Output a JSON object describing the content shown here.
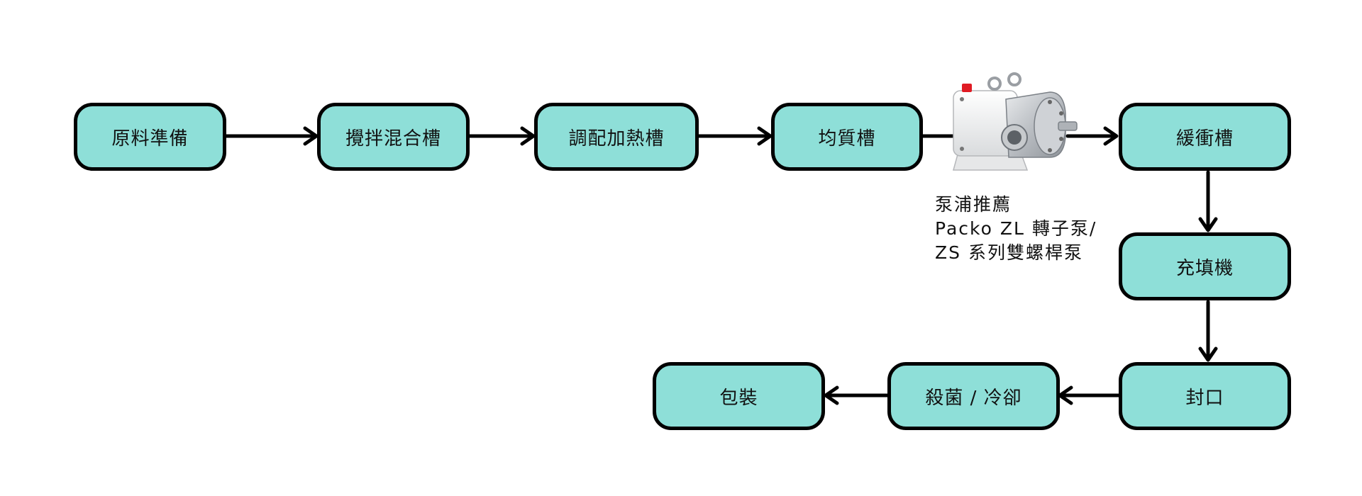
{
  "nodes": {
    "raw_material": "原料準備",
    "mixing_tank": "攪拌混合槽",
    "heating_tank": "調配加熱槽",
    "homogenizing_tank": "均質槽",
    "buffer_tank": "緩衝槽",
    "filling_machine": "充填機",
    "sealing": "封口",
    "sterilize_cool": "殺菌 / 冷卻",
    "packaging": "包裝"
  },
  "pump_recommendation": {
    "line1": "泵浦推薦",
    "line2": "Packo ZL 轉子泵/",
    "line3": "ZS 系列雙螺桿泵"
  },
  "colors": {
    "node_fill": "#8edfd8",
    "node_border": "#000000",
    "arrow": "#000000",
    "pump_body": "#f2f2f2",
    "pump_steel": "#c9ccd0",
    "pump_red_cap": "#e01b24"
  },
  "icons": {
    "pump_image": "rotary-lobe-pump-icon"
  }
}
